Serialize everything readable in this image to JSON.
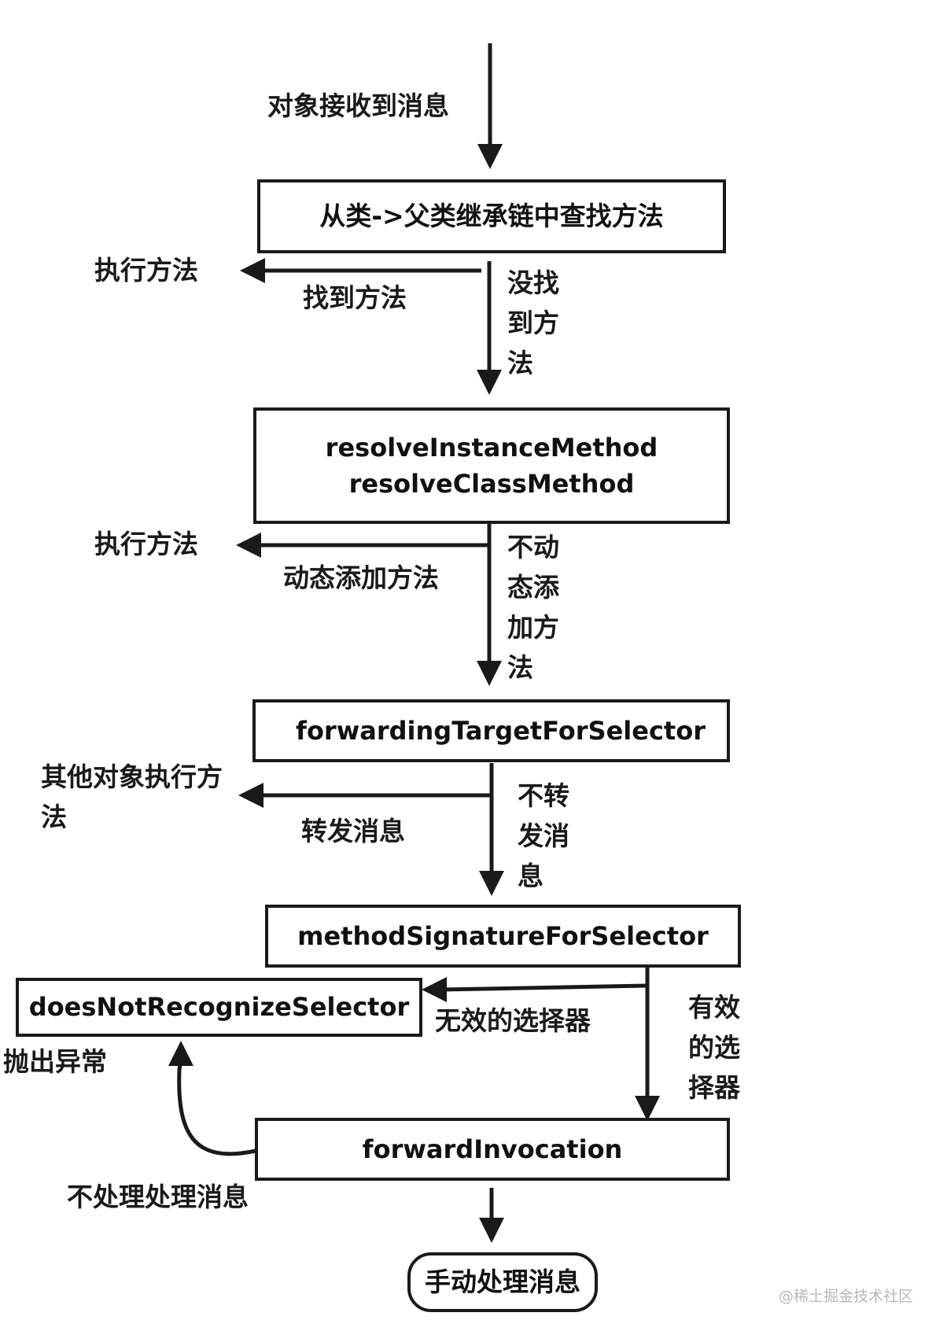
{
  "nodes": {
    "lookup": "从类->父类继承链中查找方法",
    "resolve_instance": "resolveInstanceMethod",
    "resolve_class": "resolveClassMethod",
    "forwarding_target": "forwardingTargetForSelector",
    "method_signature": "methodSignatureForSelector",
    "does_not_recognize": "doesNotRecognizeSelector",
    "forward_invocation": "forwardInvocation",
    "manual_handle": "手动处理消息"
  },
  "labels": {
    "receive_message": "对象接收到消息",
    "execute_method_1": "执行方法",
    "found_method": "找到方法",
    "not_found_method": "没找到方法",
    "execute_method_2": "执行方法",
    "dynamic_add": "动态添加方法",
    "no_dynamic_add": "不动态添加方法",
    "other_object_execute": "其他对象执行方法",
    "forward_message": "转发消息",
    "no_forward": "不转发消息",
    "invalid_selector": "无效的选择器",
    "valid_selector": "有效的选择器",
    "throw_exception": "抛出异常",
    "not_handle_handle": "不处理处理消息"
  },
  "watermark": "@稀土掘金技术社区",
  "colors": {
    "line": "#1a1a1a",
    "background": "#ffffff",
    "watermark": "#b8b8b8"
  }
}
